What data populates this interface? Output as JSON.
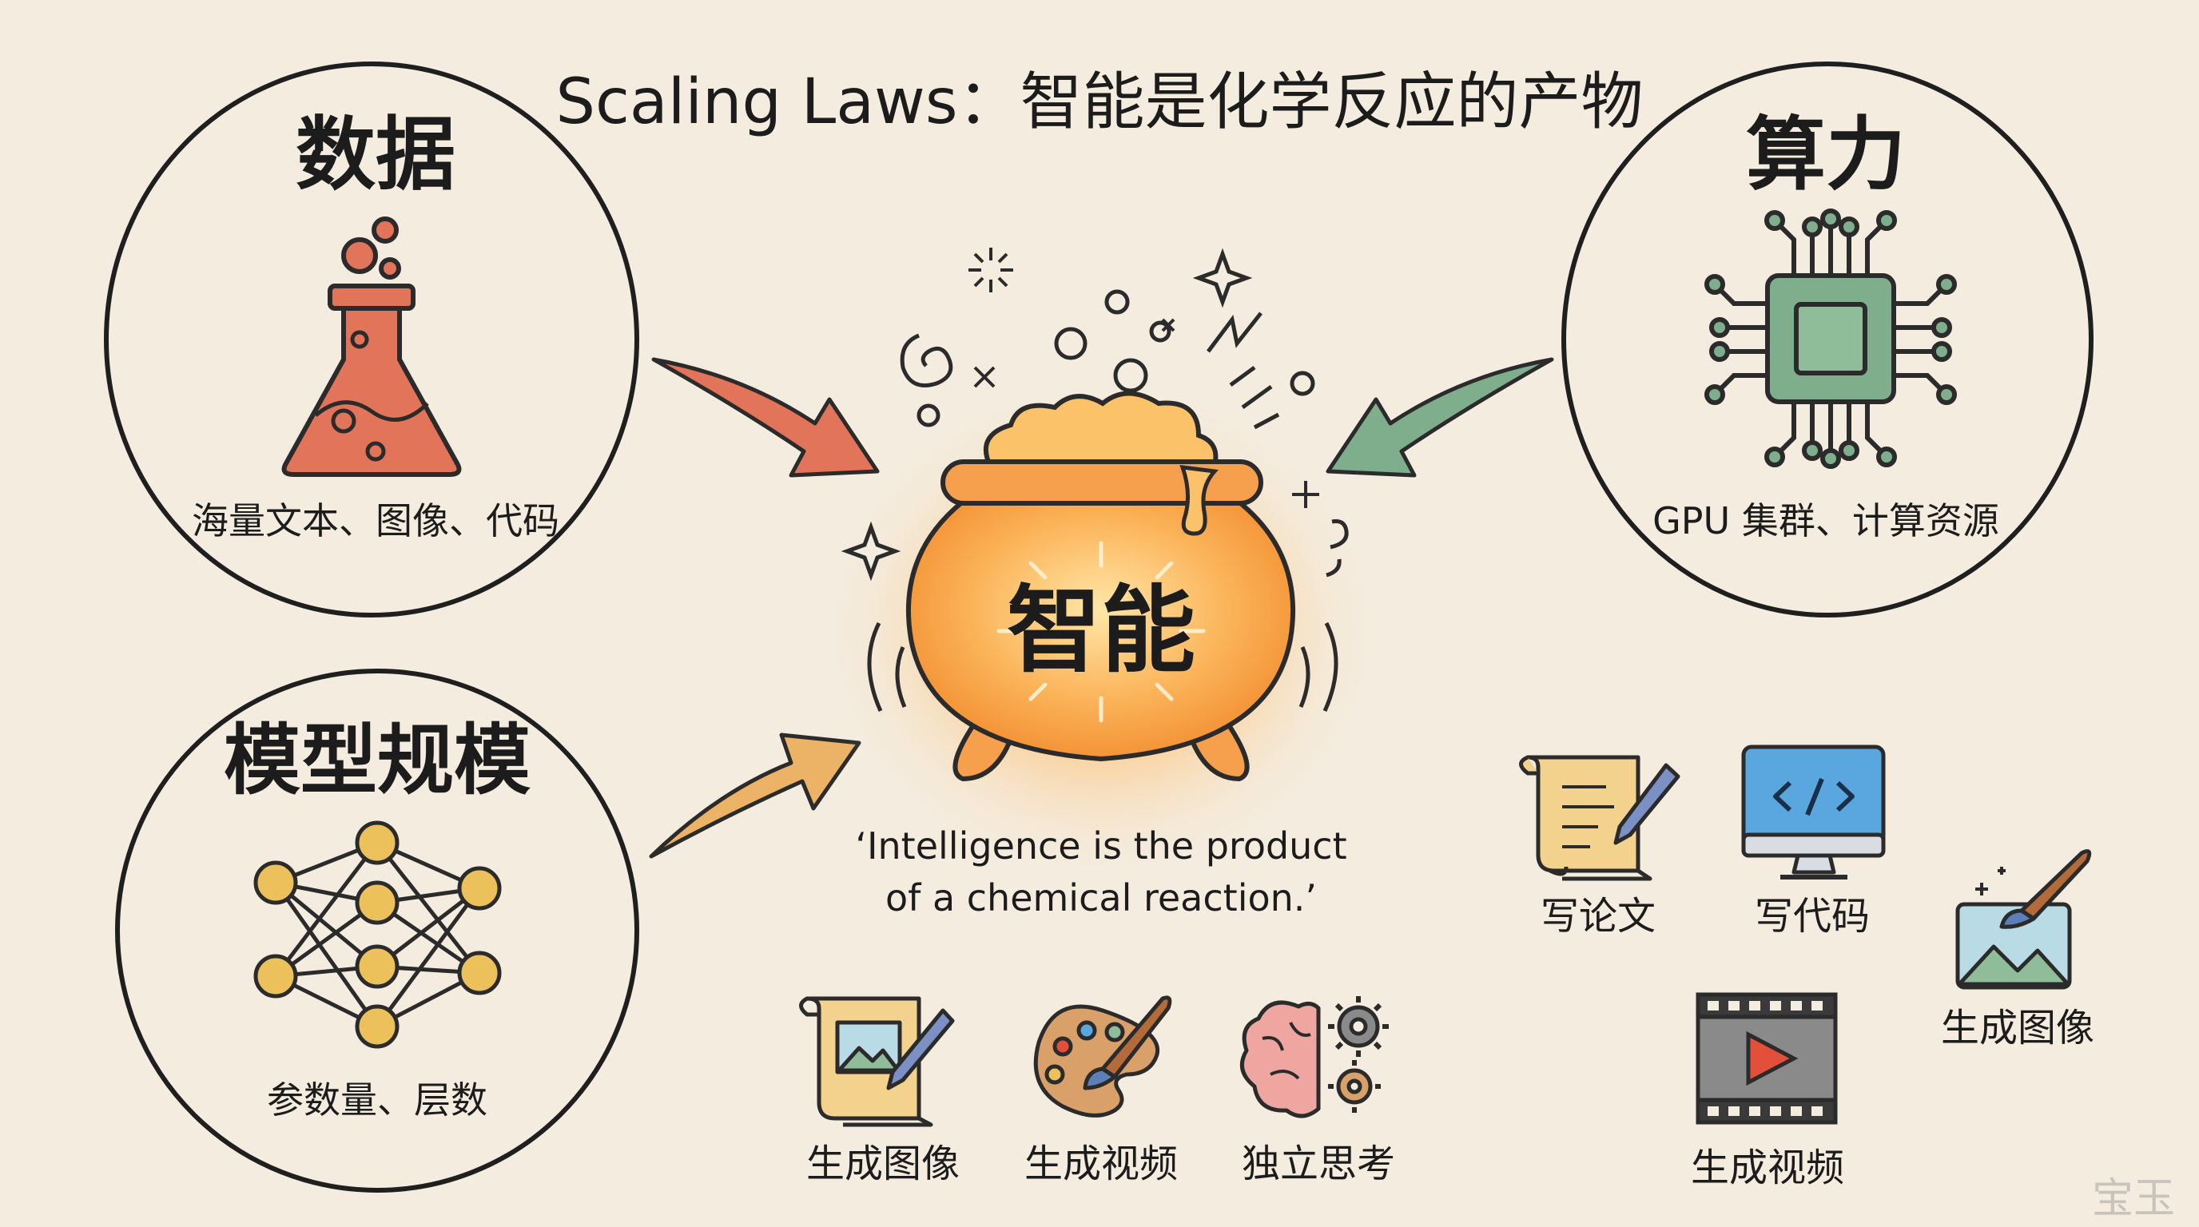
{
  "title": "Scaling Laws：智能是化学反应的产物",
  "inputs": {
    "data": {
      "label": "数据",
      "caption": "海量文本、图像、代码",
      "arrow_color": "#e2745a"
    },
    "model": {
      "label": "模型规模",
      "caption": "参数量、层数",
      "arrow_color": "#ecb266"
    },
    "compute": {
      "label": "算力",
      "caption": "GPU 集群、计算资源",
      "arrow_color": "#7fae8c"
    }
  },
  "center": {
    "label": "智能",
    "quote_line1": "‘Intelligence is the product",
    "quote_line2": "of a chemical reaction.’"
  },
  "outputs": [
    {
      "icon": "scroll-pen-icon",
      "label": "写论文"
    },
    {
      "icon": "code-monitor-icon",
      "label": "写代码"
    },
    {
      "icon": "image-brush-icon",
      "label": "生成图像"
    },
    {
      "icon": "film-strip-icon",
      "label": "生成视频"
    },
    {
      "icon": "scroll-picture-icon",
      "label": "生成图像"
    },
    {
      "icon": "palette-icon",
      "label": "生成视频"
    },
    {
      "icon": "brain-gears-icon",
      "label": "独立思考"
    }
  ],
  "watermark": "宝玉",
  "colors": {
    "background": "#f4ecdf",
    "outline": "#2b2b2b",
    "flask": "#e2745a",
    "chip": "#7fae8c",
    "node": "#ecc15c",
    "cauldron": "#f6a04d"
  }
}
